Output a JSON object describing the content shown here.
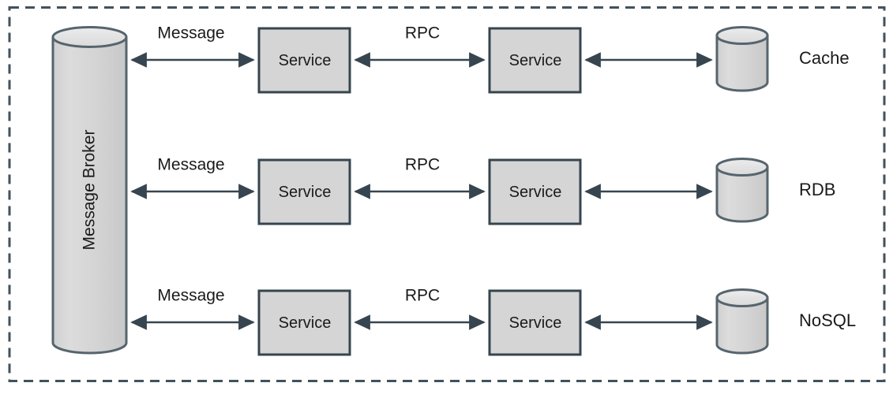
{
  "diagram": {
    "type": "architecture-diagram",
    "title": "",
    "boundary": {
      "style": "dashed",
      "color": "#41525d"
    },
    "palette": {
      "shape_fill": "#d5d5d5",
      "shape_fill_light": "#e3e3e3",
      "stroke": "#36454f",
      "arrow": "#36454f",
      "text": "#1a1a1a",
      "background": "#ffffff"
    },
    "broker": {
      "label": "Message Broker",
      "shape": "cylinder",
      "orientation": "vertical"
    },
    "rows": [
      {
        "id": "row-cache",
        "left_edge_label": "Message",
        "right_edge_label": "RPC",
        "service_left": "Service",
        "service_right": "Service",
        "store_label": "Cache",
        "store_shape": "cylinder"
      },
      {
        "id": "row-rdb",
        "left_edge_label": "Message",
        "right_edge_label": "RPC",
        "service_left": "Service",
        "service_right": "Service",
        "store_label": "RDB",
        "store_shape": "cylinder"
      },
      {
        "id": "row-nosql",
        "left_edge_label": "Message",
        "right_edge_label": "RPC",
        "service_left": "Service",
        "service_right": "Service",
        "store_label": "NoSQL",
        "store_shape": "cylinder"
      }
    ],
    "connectors": [
      {
        "from": "message-broker",
        "to": "service-left-1",
        "label": "Message",
        "arrow": "double"
      },
      {
        "from": "service-left-1",
        "to": "service-right-1",
        "label": "RPC",
        "arrow": "double"
      },
      {
        "from": "service-right-1",
        "to": "cache",
        "label": "",
        "arrow": "double"
      },
      {
        "from": "message-broker",
        "to": "service-left-2",
        "label": "Message",
        "arrow": "double"
      },
      {
        "from": "service-left-2",
        "to": "service-right-2",
        "label": "RPC",
        "arrow": "double"
      },
      {
        "from": "service-right-2",
        "to": "rdb",
        "label": "",
        "arrow": "double"
      },
      {
        "from": "message-broker",
        "to": "service-left-3",
        "label": "Message",
        "arrow": "double"
      },
      {
        "from": "service-left-3",
        "to": "service-right-3",
        "label": "RPC",
        "arrow": "double"
      },
      {
        "from": "service-right-3",
        "to": "nosql",
        "label": "",
        "arrow": "double"
      }
    ]
  }
}
